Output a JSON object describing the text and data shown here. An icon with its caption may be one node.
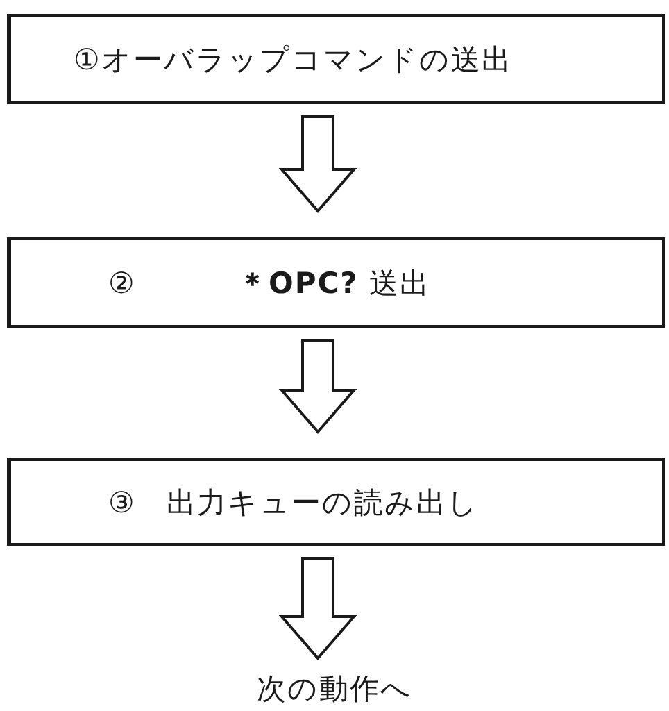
{
  "diagram": {
    "nodes": [
      {
        "text": [
          "①オーバラップコマンドの送出"
        ]
      },
      {
        "text": [
          "②　　　 **＊OPC?** 送出"
        ]
      },
      {
        "text": [
          "③　出力キューの読み出し"
        ]
      },
      {
        "text": [
          "次の動作へ"
        ]
      }
    ],
    "edges": [
      {
        "from": 0,
        "to": 1,
        "arrow": "to"
      },
      {
        "from": 1,
        "to": 2,
        "arrow": "to"
      },
      {
        "from": 2,
        "to": 3,
        "arrow": "to"
      }
    ]
  }
}
